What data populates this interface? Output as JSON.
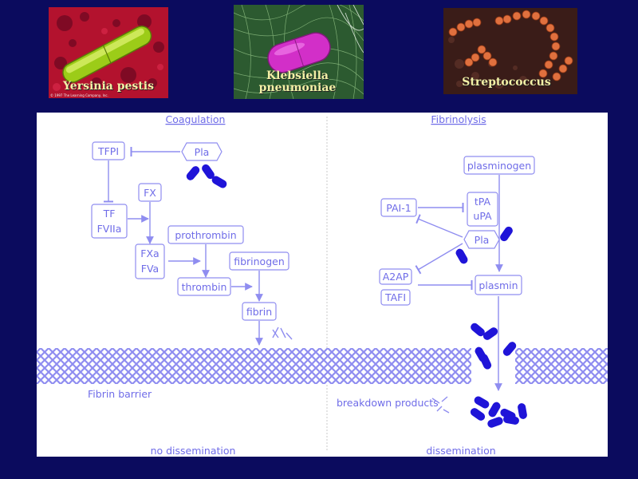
{
  "photos": [
    {
      "caption": "Yersinia  pestis",
      "copyright": "© 1997 The Learning Company, Inc."
    },
    {
      "caption": "Klebsiella pneumoniae"
    },
    {
      "caption": "Streptococcus"
    }
  ],
  "diagram": {
    "headings": {
      "left": "Coagulation",
      "right": "Fibrinolysis"
    },
    "coagulation": {
      "tfpi": "TFPI",
      "pla": "Pla",
      "fx": "FX",
      "tf": "TF",
      "fviia": "FVIIa",
      "fxa": "FXa",
      "fva": "FVa",
      "prothrombin": "prothrombin",
      "fibrinogen": "fibrinogen",
      "thrombin": "thrombin",
      "fibrin": "fibrin"
    },
    "fibrinolysis": {
      "plasminogen": "plasminogen",
      "pai1": "PAI-1",
      "tpa": "tPA",
      "upa": "uPA",
      "pla": "Pla",
      "a2ap": "A2AP",
      "tafi": "TAFI",
      "plasmin": "plasmin"
    },
    "fibrin_barrier": "Fibrin barrier",
    "breakdown_products": "breakdown products",
    "outcomes": {
      "left": "no dissemination",
      "right": "dissemination"
    },
    "colors": {
      "line": "#8f8df0",
      "text": "#6f6ce8",
      "bacteria": "#1f14d8",
      "mesh": "#8f8df0"
    }
  }
}
